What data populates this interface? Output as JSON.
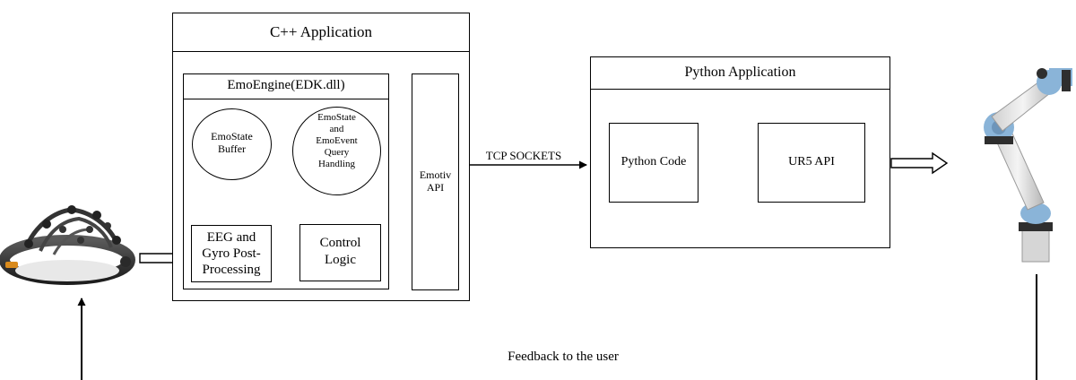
{
  "cpp_app": {
    "title": "C++ Application",
    "emoengine": {
      "title": "EmoEngine(EDK.dll)",
      "buffer": [
        "EmoState",
        "Buffer"
      ],
      "query": [
        "EmoState",
        "and",
        "EmoEvent",
        "Query",
        "Handling"
      ],
      "eeg": [
        "EEG and",
        "Gyro Post-",
        "Processing"
      ],
      "control": [
        "Control",
        "Logic"
      ]
    },
    "emotiv_api": [
      "Emotiv",
      "API"
    ]
  },
  "link_label": "TCP SOCKETS",
  "python_app": {
    "title": "Python Application",
    "python_code": "Python Code",
    "ur5_api": "UR5 API"
  },
  "feedback_label": "Feedback to the user",
  "icons": [
    "eeg-headset-icon",
    "robot-arm-icon"
  ]
}
